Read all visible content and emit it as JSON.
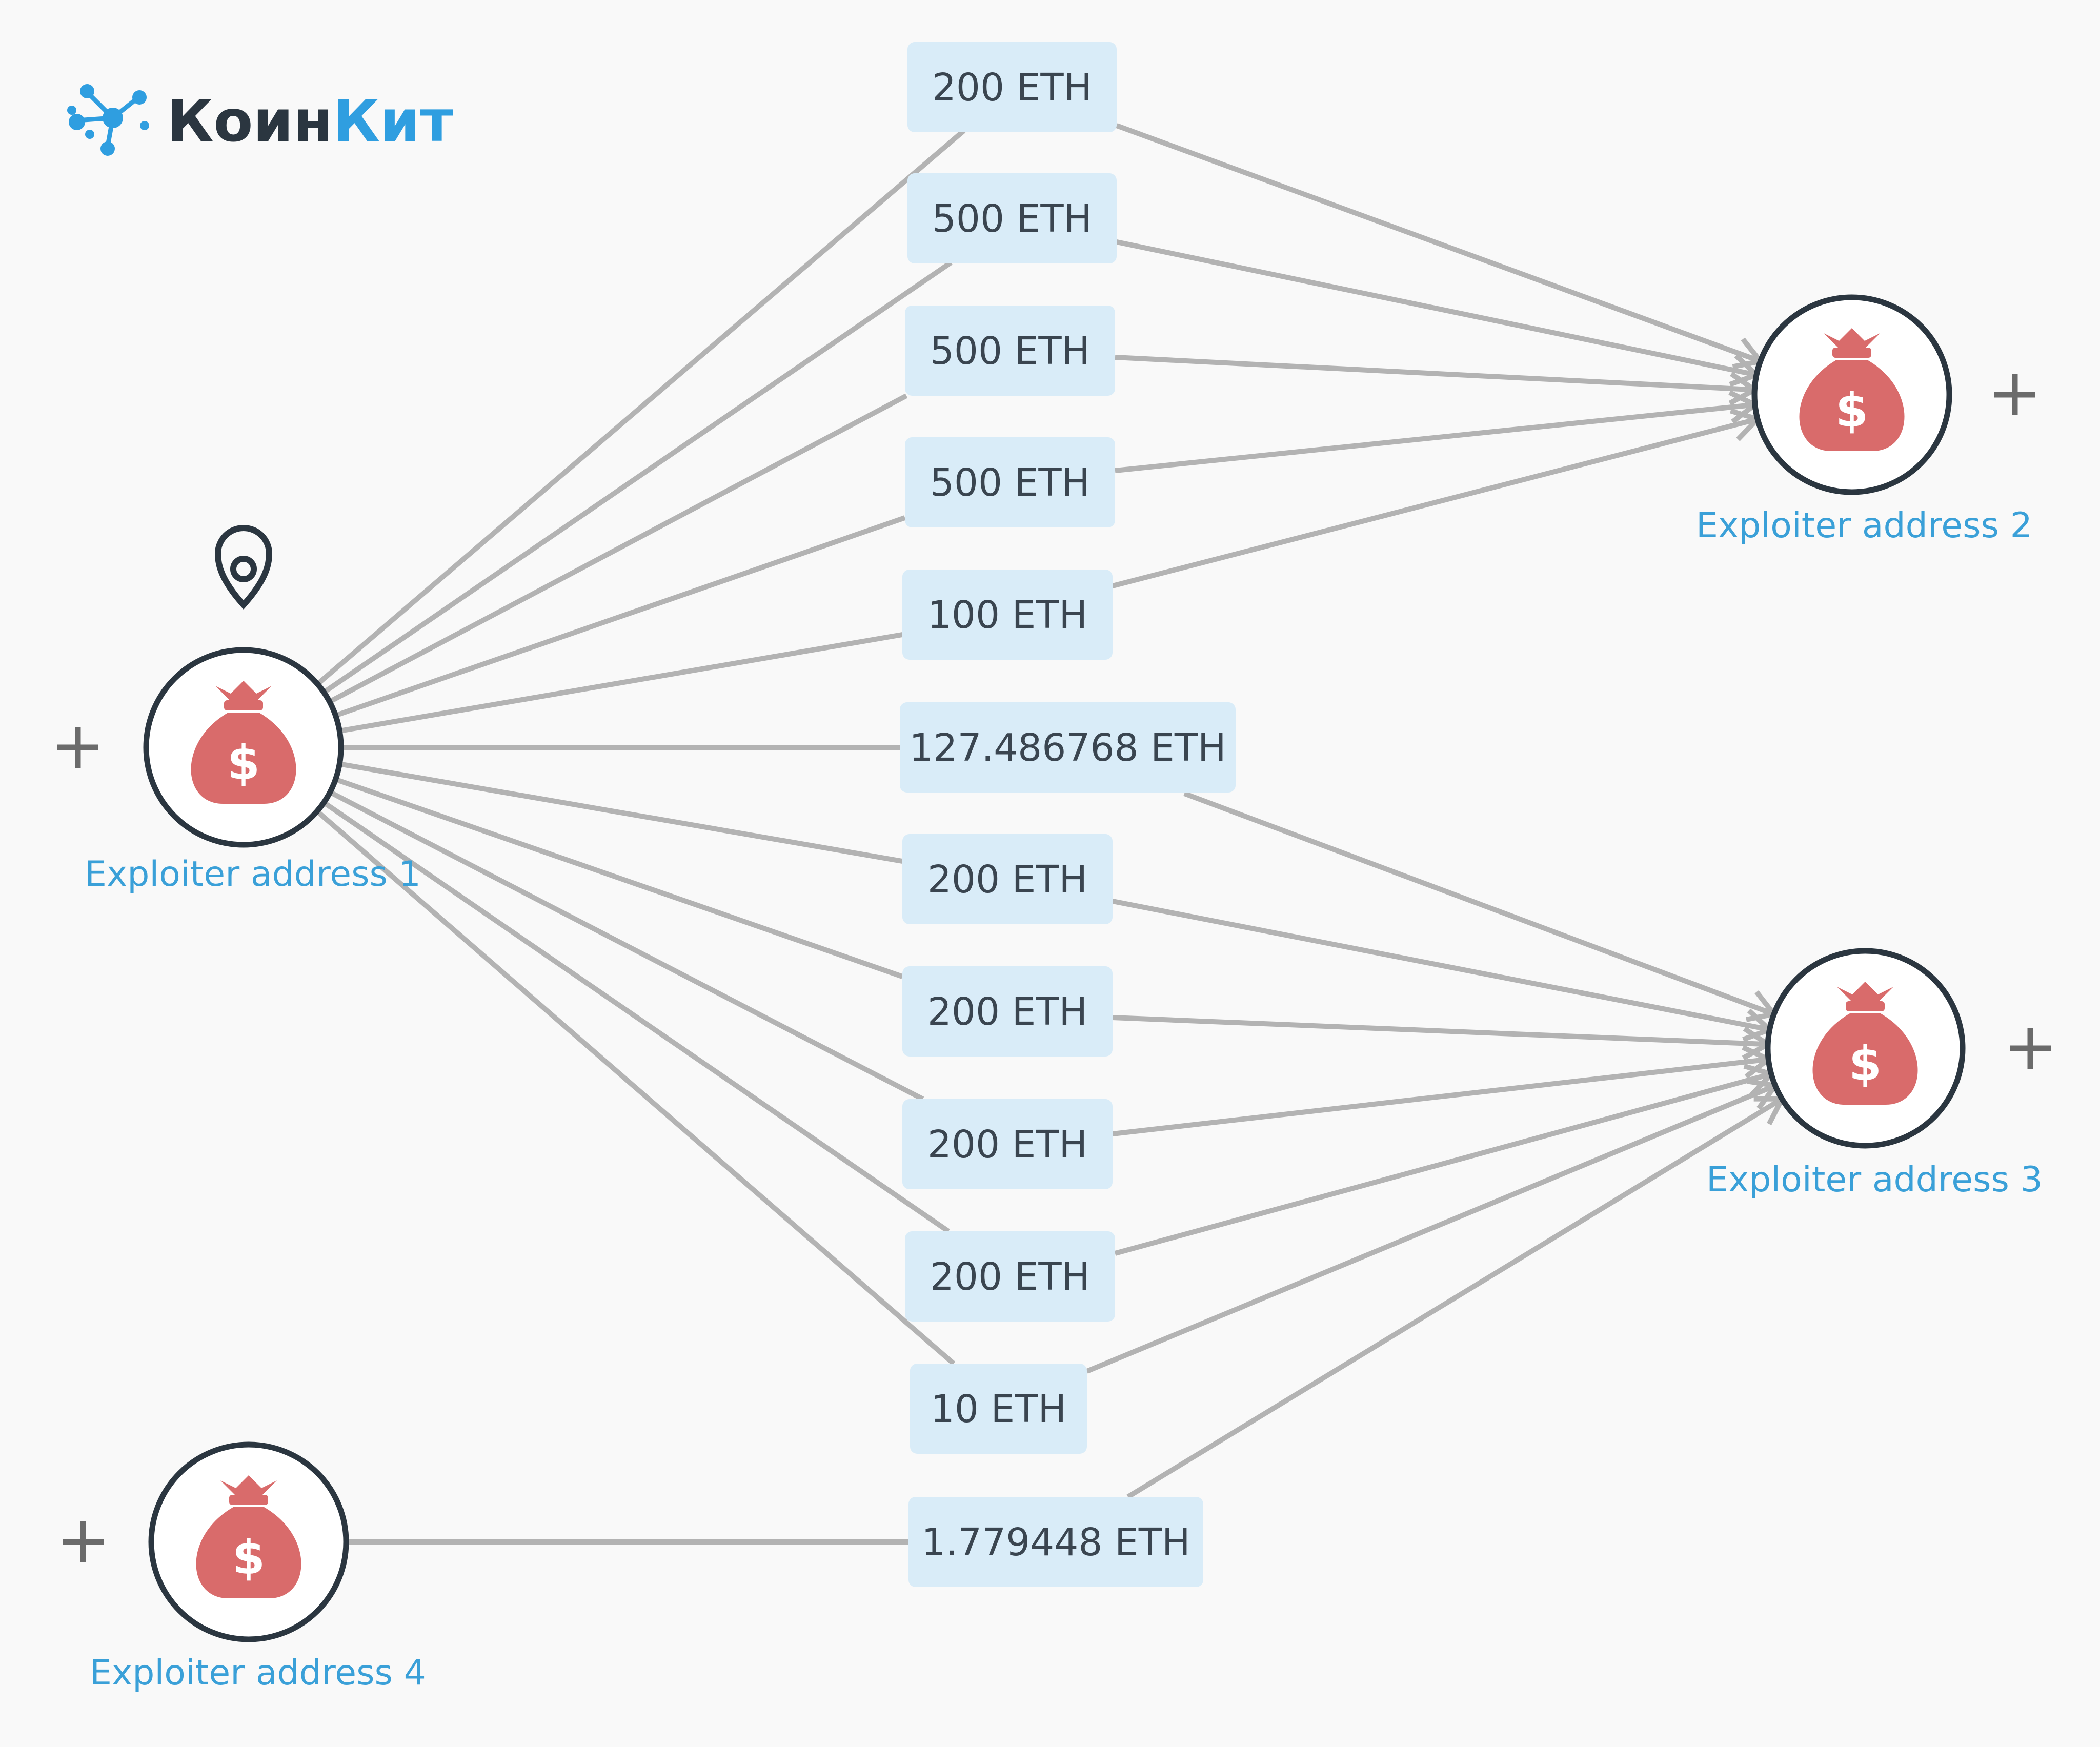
{
  "logo": {
    "part1": "Коин",
    "part2": "Кит"
  },
  "icons": {
    "node": "money-bag-icon",
    "expand": "plus-icon",
    "marker": "location-pin-icon"
  },
  "colors": {
    "accent": "#3aa0d8",
    "bag": "#d96b6b",
    "edge": "#b3b3b3",
    "label_bg": "#d9ecf8",
    "node_border": "#2b3640"
  },
  "nodes": [
    {
      "id": "a1",
      "label": "Exploiter address 1",
      "pinned": true
    },
    {
      "id": "a2",
      "label": "Exploiter address 2",
      "pinned": false
    },
    {
      "id": "a3",
      "label": "Exploiter address 3",
      "pinned": false
    },
    {
      "id": "a4",
      "label": "Exploiter address 4",
      "pinned": false
    }
  ],
  "edges": [
    {
      "from": "a1",
      "to": "a2",
      "amount": "200 ETH"
    },
    {
      "from": "a1",
      "to": "a2",
      "amount": "500 ETH"
    },
    {
      "from": "a1",
      "to": "a2",
      "amount": "500 ETH"
    },
    {
      "from": "a1",
      "to": "a2",
      "amount": "500 ETH"
    },
    {
      "from": "a1",
      "to": "a2",
      "amount": "100 ETH"
    },
    {
      "from": "a1",
      "to": "a3",
      "amount": "127.486768 ETH"
    },
    {
      "from": "a1",
      "to": "a3",
      "amount": "200 ETH"
    },
    {
      "from": "a1",
      "to": "a3",
      "amount": "200 ETH"
    },
    {
      "from": "a1",
      "to": "a3",
      "amount": "200 ETH"
    },
    {
      "from": "a1",
      "to": "a3",
      "amount": "200 ETH"
    },
    {
      "from": "a1",
      "to": "a3",
      "amount": "10 ETH"
    },
    {
      "from": "a4",
      "to": "a3",
      "amount": "1.779448 ETH"
    }
  ]
}
